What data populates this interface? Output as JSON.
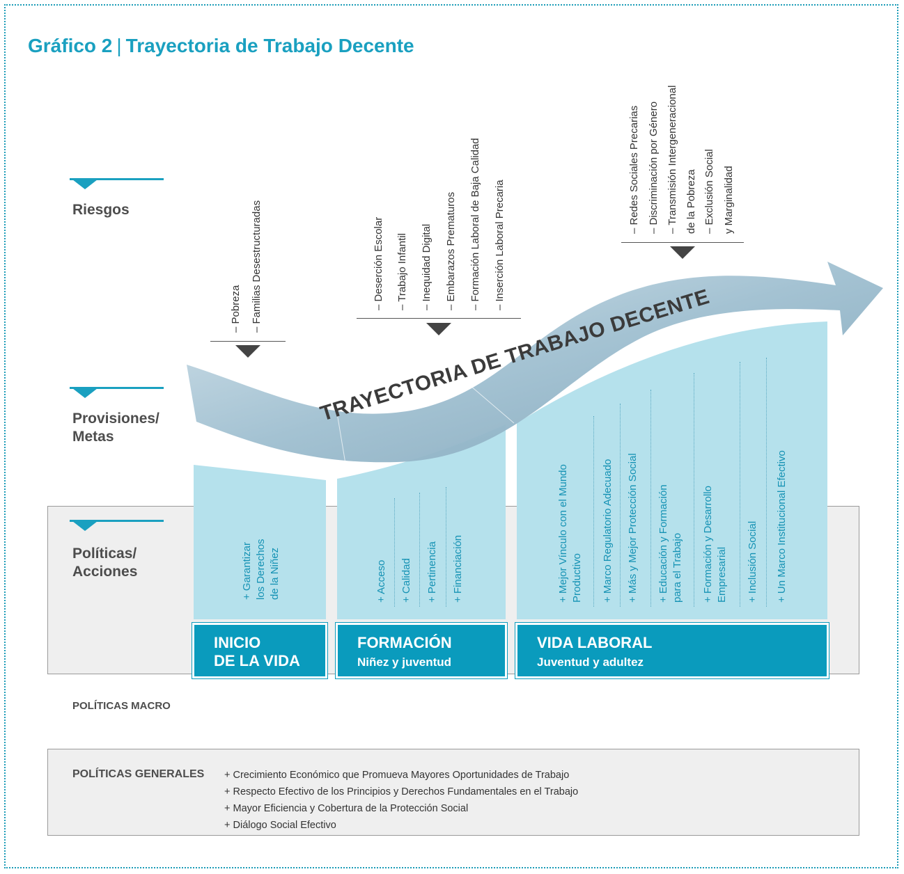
{
  "title": {
    "prefix": "Gráfico 2",
    "separator": "|",
    "text": "Trayectoria de Trabajo Decente"
  },
  "colors": {
    "accent": "#1aa0c0",
    "panel": "#b5e1ec",
    "stage": "#0a9bbd",
    "grey_box": "#efefef"
  },
  "rows": {
    "riesgos": "Riesgos",
    "provisiones_1": "Provisiones/",
    "provisiones_2": "Metas",
    "politicas_1": "Políticas/",
    "politicas_2": "Acciones"
  },
  "arrow_text": "TRAYECTORIA DE TRABAJO DECENTE",
  "risks": {
    "group1": [
      "– Pobreza",
      "– Familias Desestructuradas"
    ],
    "group2": [
      "– Deserción Escolar",
      "– Trabajo Infantil",
      "– Inequidad Digital",
      "– Embarazos Prematuros",
      "– Formación Laboral de Baja Calidad",
      "– Inserción Laboral Precaria"
    ],
    "group3": [
      "– Redes Sociales Precarias",
      "– Discriminación por Género",
      "– Transmisión Intergeneracional",
      "de la Pobreza",
      "– Exclusión Social",
      "y Marginalidad"
    ]
  },
  "stages": {
    "inicio": {
      "line1": "INICIO",
      "line2": "DE LA VIDA"
    },
    "formacion": {
      "line1": "FORMACIÓN",
      "line2": "Niñez y juventud"
    },
    "vida": {
      "line1": "VIDA LABORAL",
      "line2": "Juventud y adultez"
    }
  },
  "actions": {
    "inicio": [
      "+ Garantizar",
      "los Derechos",
      "de la Niñez"
    ],
    "formacion": [
      "+ Acceso",
      "+ Calidad",
      "+ Pertinencia",
      "+ Financiación"
    ],
    "vida": [
      "+ Mejor Vínculo con el Mundo",
      "Productivo",
      "+ Marco Regulatorio Adecuado",
      "+ Más y Mejor Protección Social",
      "+ Educación y Formación",
      "para el Trabajo",
      "+ Formación y Desarrollo",
      "Empresarial",
      "+ Inclusión Social",
      "+ Un Marco Institucional Efectivo"
    ]
  },
  "macro_label": "POLÍTICAS MACRO",
  "general": {
    "label": "POLÍTICAS GENERALES",
    "items": [
      "+ Crecimiento Económico que Promueva Mayores Oportunidades de Trabajo",
      "+ Respecto Efectivo de los Principios y Derechos Fundamentales en el Trabajo",
      "+ Mayor Eficiencia y Cobertura de la Protección Social",
      "+ Diálogo Social Efectivo"
    ]
  }
}
